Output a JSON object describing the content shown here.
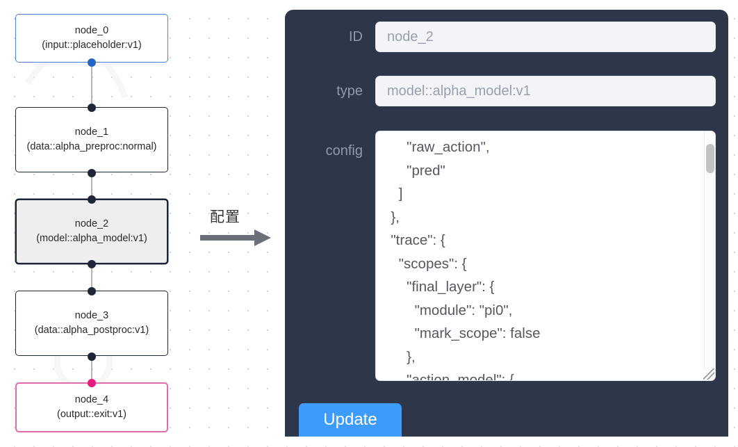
{
  "graph": {
    "nodes": [
      {
        "id": "node_0",
        "type": "(input::placeholder:v1)",
        "kind": "input",
        "selected": false
      },
      {
        "id": "node_1",
        "type": "(data::alpha_preproc:normal)",
        "kind": "default",
        "selected": false
      },
      {
        "id": "node_2",
        "type": "(model::alpha_model:v1)",
        "kind": "default",
        "selected": true
      },
      {
        "id": "node_3",
        "type": "(data::alpha_postproc:v1)",
        "kind": "default",
        "selected": false
      },
      {
        "id": "node_4",
        "type": "(output::exit:v1)",
        "kind": "output",
        "selected": false
      }
    ]
  },
  "transition": {
    "label": "配置",
    "arrow_icon": "arrow-right-icon"
  },
  "panel": {
    "fields": {
      "id": {
        "label": "ID",
        "value": "node_2"
      },
      "type": {
        "label": "type",
        "value": "model::alpha_model:v1"
      },
      "config": {
        "label": "config",
        "value": "      \"raw_action\",\n      \"pred\"\n    ]\n  },\n  \"trace\": {\n    \"scopes\": {\n      \"final_layer\": {\n        \"module\": \"pi0\",\n        \"mark_scope\": false\n      },\n      \"action_model\": {"
      }
    },
    "update_label": "Update"
  },
  "colors": {
    "panel_bg": "#2e374a",
    "accent_button": "#3d9bfb",
    "input_node_border": "#4b7fd1",
    "output_node_border": "#e06ba8",
    "handle_default": "#1f2637",
    "handle_input": "#2563c9",
    "handle_output": "#e8197f",
    "selected_node_bg": "#eeeeee"
  }
}
